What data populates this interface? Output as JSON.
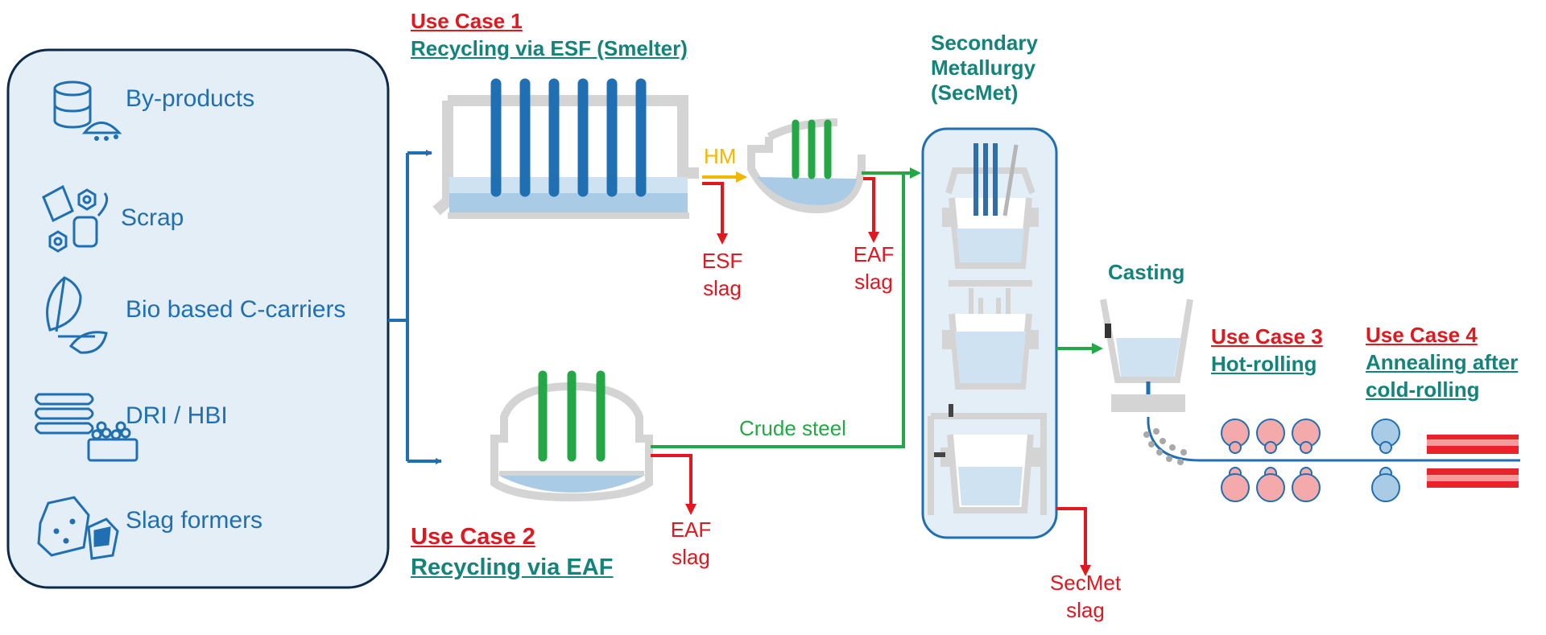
{
  "inputs": {
    "items": [
      {
        "label": "By-products",
        "icon": "barrel-powder-icon"
      },
      {
        "label": "Scrap",
        "icon": "scrap-icon"
      },
      {
        "label": "Bio based C-carriers",
        "icon": "leaf-icon"
      },
      {
        "label": "DRI / HBI",
        "icon": "pellets-icon"
      },
      {
        "label": "Slag formers",
        "icon": "rocks-icon"
      }
    ]
  },
  "use_cases": {
    "uc1": {
      "title": "Use Case 1",
      "subtitle": "Recycling via ESF (Smelter)"
    },
    "uc2": {
      "title": "Use Case 2",
      "subtitle": "Recycling via EAF"
    },
    "uc3": {
      "title": "Use Case 3",
      "subtitle": "Hot-rolling"
    },
    "uc4": {
      "title": "Use Case 4",
      "subtitle_line1": "Annealing after",
      "subtitle_line2": "cold-rolling"
    }
  },
  "labels": {
    "hm": "HM",
    "crude_steel": "Crude steel",
    "secmet_line1": "Secondary",
    "secmet_line2": "Metallurgy",
    "secmet_line3": "(SecMet)",
    "casting": "Casting"
  },
  "slags": {
    "esf": {
      "line1": "ESF",
      "line2": "slag"
    },
    "eaf_top": {
      "line1": "EAF",
      "line2": "slag"
    },
    "eaf_bottom": {
      "line1": "EAF",
      "line2": "slag"
    },
    "secmet": {
      "line1": "SecMet",
      "line2": "slag"
    }
  },
  "colors": {
    "blue": "#1f6fb2",
    "green": "#24a846",
    "red": "#e0181f",
    "teal": "#14837a",
    "yellow": "#f2b705",
    "panel": "#e3eef7",
    "vessel": "#d4d4d4",
    "melt": "#a9cbe6",
    "roll": "#f4aaaa",
    "strip": "#e8232b"
  }
}
